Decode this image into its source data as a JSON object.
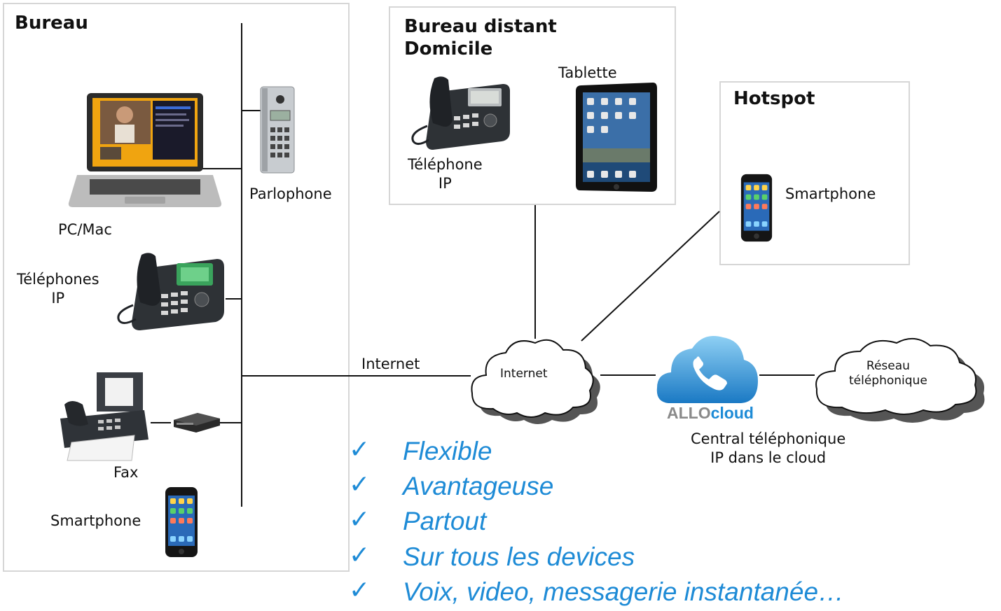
{
  "zones": {
    "office": "Bureau",
    "remote": "Bureau distant\nDomicile",
    "hotspot": "Hotspot"
  },
  "labels": {
    "intercom": "Parlophone",
    "pc": "PC/Mac",
    "office_phones": "Téléphones\nIP",
    "fax": "Fax",
    "office_smartphone": "Smartphone",
    "remote_phone": "Téléphone\nIP",
    "tablet": "Tablette",
    "hotspot_smartphone": "Smartphone",
    "internet_link": "Internet",
    "internet_cloud": "Internet",
    "phone_network": "Réseau\ntéléphonique",
    "pbx": "Central téléphonique\nIP dans le cloud"
  },
  "logo": {
    "part1": "ALLO",
    "part2": "cloud"
  },
  "benefits": [
    "Flexible",
    "Avantageuse",
    "Partout",
    "Sur tous les devices",
    "Voix, video, messagerie instantanée…"
  ],
  "colors": {
    "benefit": "#1e8bd6",
    "logo_blue": "#1e8bd6",
    "logo_gray": "#8a8a8a",
    "box_border": "#d6d6d6"
  }
}
